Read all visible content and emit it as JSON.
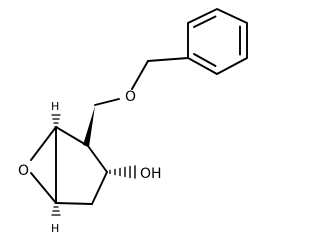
{
  "molecule": {
    "atom_labels": {
      "ether_oxygen": "O",
      "epoxide_oxygen": "O",
      "hydroxyl": "OH",
      "h_top": "H",
      "h_bottom": "H"
    },
    "stereo_bonds": {
      "wedges": 1,
      "hashed_wedges": 3
    }
  }
}
